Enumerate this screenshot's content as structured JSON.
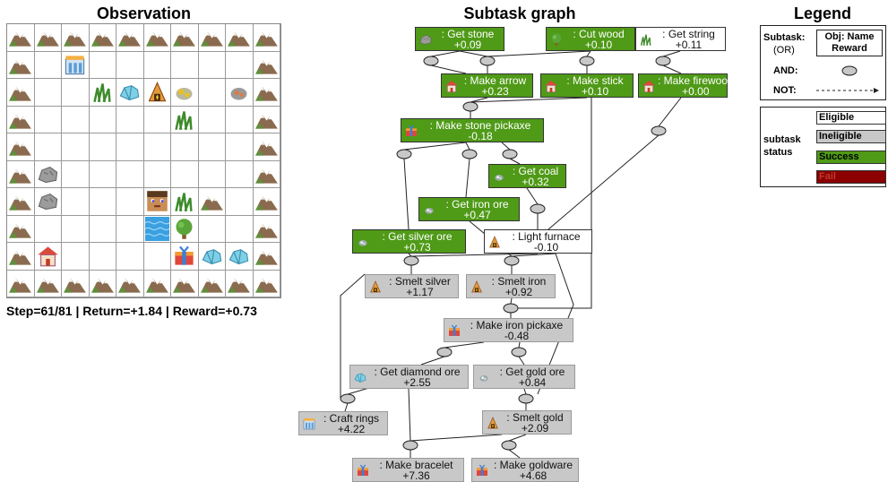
{
  "observation": {
    "title": "Observation",
    "grid": [
      [
        "mountain",
        "mountain",
        "mountain",
        "mountain",
        "mountain",
        "mountain",
        "mountain",
        "mountain",
        "mountain",
        "mountain"
      ],
      [
        "mountain",
        "empty",
        "workspace",
        "empty",
        "empty",
        "empty",
        "empty",
        "empty",
        "empty",
        "mountain"
      ],
      [
        "mountain",
        "empty",
        "empty",
        "grass",
        "diamond",
        "furnace",
        "gold_ore",
        "empty",
        "iron_ore",
        "mountain"
      ],
      [
        "mountain",
        "empty",
        "empty",
        "empty",
        "empty",
        "empty",
        "grass",
        "empty",
        "empty",
        "mountain"
      ],
      [
        "mountain",
        "empty",
        "empty",
        "empty",
        "empty",
        "empty",
        "empty",
        "empty",
        "empty",
        "mountain"
      ],
      [
        "mountain",
        "stone",
        "empty",
        "empty",
        "empty",
        "empty",
        "empty",
        "empty",
        "empty",
        "mountain"
      ],
      [
        "mountain",
        "stone",
        "empty",
        "empty",
        "empty",
        "agent",
        "grass",
        "mountain",
        "empty",
        "mountain"
      ],
      [
        "mountain",
        "empty",
        "empty",
        "empty",
        "empty",
        "water",
        "tree",
        "empty",
        "empty",
        "mountain"
      ],
      [
        "mountain",
        "house",
        "empty",
        "empty",
        "empty",
        "empty",
        "chest",
        "diamond",
        "diamond",
        "mountain"
      ],
      [
        "mountain",
        "mountain",
        "mountain",
        "mountain",
        "mountain",
        "mountain",
        "mountain",
        "mountain",
        "mountain",
        "mountain"
      ]
    ],
    "status": {
      "step_label": "Step=61/81",
      "return_label": "Return=+1.84",
      "reward_label": "Reward=+0.73",
      "separator": " | "
    }
  },
  "graph": {
    "title": "Subtask graph",
    "nodes": [
      {
        "id": "get_stone",
        "name": ": Get stone",
        "reward": "+0.09",
        "status": "success",
        "icon": "stone"
      },
      {
        "id": "cut_wood",
        "name": ": Cut wood",
        "reward": "+0.10",
        "status": "success",
        "icon": "tree"
      },
      {
        "id": "get_string",
        "name": ": Get string",
        "reward": "+0.11",
        "status": "eligible",
        "icon": "grass"
      },
      {
        "id": "make_arrow",
        "name": ": Make arrow",
        "reward": "+0.23",
        "status": "success",
        "icon": "house"
      },
      {
        "id": "make_stick",
        "name": ": Make stick",
        "reward": "+0.10",
        "status": "success",
        "icon": "house"
      },
      {
        "id": "make_firewood",
        "name": ": Make firewood",
        "reward": "+0.00",
        "status": "success",
        "icon": "house"
      },
      {
        "id": "make_stone_pickaxe",
        "name": ": Make stone pickaxe",
        "reward": "-0.18",
        "status": "success",
        "icon": "chest"
      },
      {
        "id": "get_coal",
        "name": ": Get coal",
        "reward": "+0.32",
        "status": "success",
        "icon": "ore"
      },
      {
        "id": "get_iron_ore",
        "name": ": Get iron ore",
        "reward": "+0.47",
        "status": "success",
        "icon": "ore"
      },
      {
        "id": "get_silver_ore",
        "name": ": Get silver ore",
        "reward": "+0.73",
        "status": "success",
        "icon": "ore"
      },
      {
        "id": "light_furnace",
        "name": ": Light furnace",
        "reward": "-0.10",
        "status": "eligible",
        "icon": "furnace"
      },
      {
        "id": "smelt_silver",
        "name": ": Smelt silver",
        "reward": "+1.17",
        "status": "ineligible",
        "icon": "furnace"
      },
      {
        "id": "smelt_iron",
        "name": ": Smelt iron",
        "reward": "+0.92",
        "status": "ineligible",
        "icon": "furnace"
      },
      {
        "id": "make_iron_pickaxe",
        "name": ": Make iron pickaxe",
        "reward": "-0.48",
        "status": "ineligible",
        "icon": "chest"
      },
      {
        "id": "get_diamond_ore",
        "name": ": Get diamond ore",
        "reward": "+2.55",
        "status": "ineligible",
        "icon": "diamond"
      },
      {
        "id": "get_gold_ore",
        "name": ": Get gold ore",
        "reward": "+0.84",
        "status": "ineligible",
        "icon": "ore"
      },
      {
        "id": "craft_rings",
        "name": ": Craft rings",
        "reward": "+4.22",
        "status": "ineligible",
        "icon": "workspace"
      },
      {
        "id": "smelt_gold",
        "name": ": Smelt gold",
        "reward": "+2.09",
        "status": "ineligible",
        "icon": "furnace"
      },
      {
        "id": "make_bracelet",
        "name": ": Make bracelet",
        "reward": "+7.36",
        "status": "ineligible",
        "icon": "chest"
      },
      {
        "id": "make_goldware",
        "name": ": Make goldware",
        "reward": "+4.68",
        "status": "ineligible",
        "icon": "chest"
      }
    ]
  },
  "legend": {
    "title": "Legend",
    "subtask_label": "Subtask:",
    "or_label": "(OR)",
    "obj_name_label": "Obj: Name",
    "reward_label": "Reward",
    "and_label": "AND:",
    "not_label": "NOT:",
    "status_label_1": "subtask",
    "status_label_2": "status",
    "statuses": {
      "eligible": "Eligible",
      "ineligible": "Ineligible",
      "success": "Success",
      "fail": "Fail"
    },
    "colors": {
      "success": "#4f9a17",
      "ineligible": "#c8c8c8",
      "eligible": "#ffffff",
      "fail": "#8b0000"
    }
  }
}
